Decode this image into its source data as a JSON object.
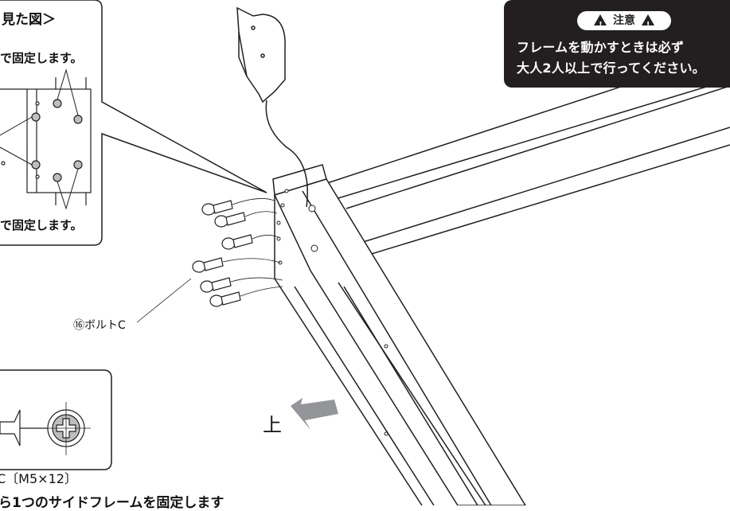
{
  "callout_top": {
    "title": "見た図＞",
    "upper_note": "で固定します。",
    "lower_note": "で固定します。"
  },
  "warning": {
    "badge": "注意",
    "badge_icon": "warning-triangle-icon",
    "line1": "フレームを動かすときは必ず",
    "line2": "大人2人以上で行ってください。"
  },
  "part_label": "⑯ボルトC",
  "direction_label": "上",
  "bolt_box": {
    "spec": "C〔M5×12〕"
  },
  "footer_heading": "ら1つのサイドフレームを固定します"
}
